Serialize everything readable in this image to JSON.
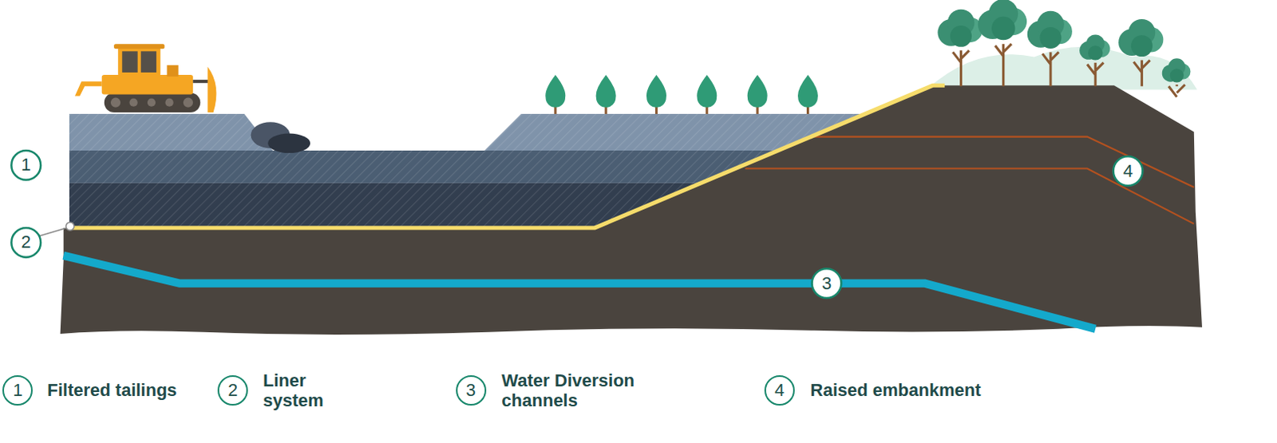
{
  "diagram": {
    "labels": [
      "1",
      "2",
      "3",
      "4",
      "1",
      "2",
      "3",
      "4"
    ],
    "legend": [
      {
        "text": "Filtered tailings"
      },
      {
        "text": "Liner system"
      },
      {
        "text": "Water Diversion channels"
      },
      {
        "text": "Raised embankment"
      }
    ]
  }
}
